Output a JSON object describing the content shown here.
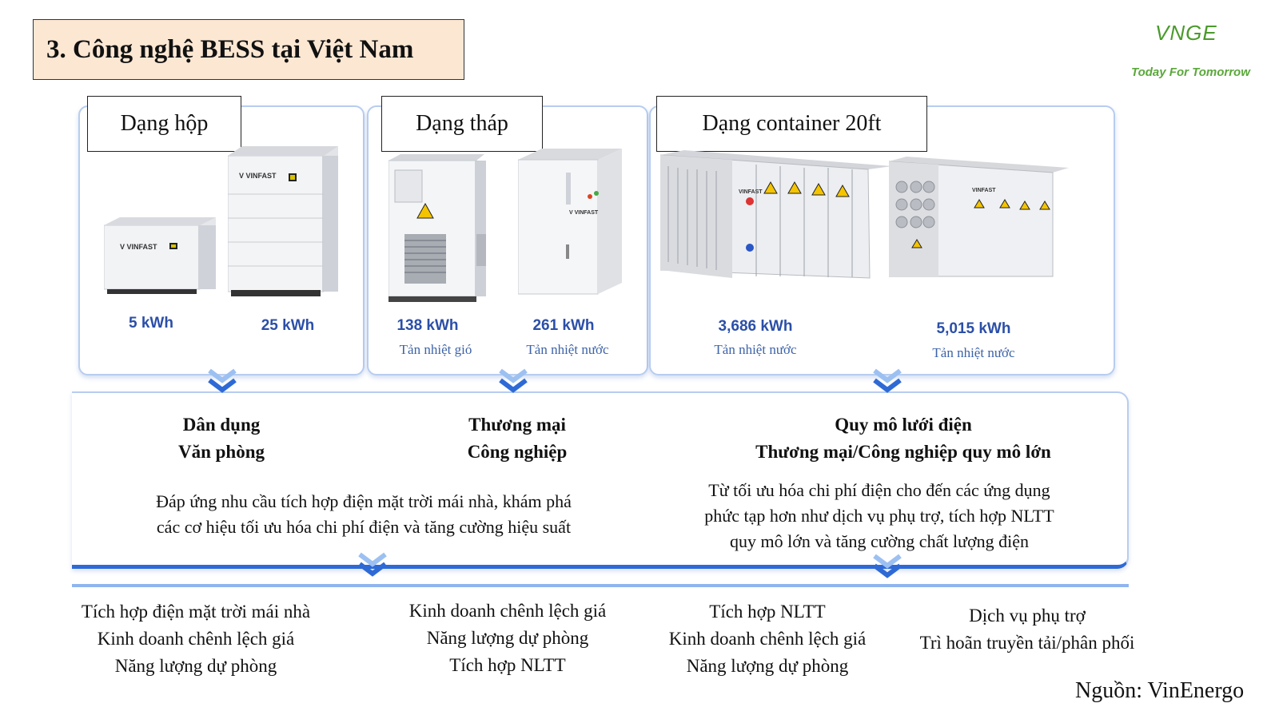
{
  "title": "3. Công nghệ BESS tại Việt Nam",
  "logo": {
    "mark": "VNGE",
    "tagline": "Today For Tomorrow"
  },
  "panels": [
    {
      "label": "Dạng hộp",
      "items": [
        {
          "capacity": "5 kWh",
          "cooling": ""
        },
        {
          "capacity": "25 kWh",
          "cooling": ""
        }
      ]
    },
    {
      "label": "Dạng tháp",
      "items": [
        {
          "capacity": "138 kWh",
          "cooling": "Tản nhiệt gió"
        },
        {
          "capacity": "261 kWh",
          "cooling": "Tản nhiệt nước"
        }
      ]
    },
    {
      "label": "Dạng container 20ft",
      "items": [
        {
          "capacity": "3,686 kWh",
          "cooling": "Tản nhiệt nước"
        },
        {
          "capacity": "5,015 kWh",
          "cooling": "Tản nhiệt nước"
        }
      ]
    }
  ],
  "segments": [
    {
      "line1": "Dân dụng",
      "line2": "Văn phòng"
    },
    {
      "line1": "Thương mại",
      "line2": "Công nghiệp"
    },
    {
      "line1": "Quy mô lưới điện",
      "line2": "Thương mại/Công nghiệp quy mô lớn"
    }
  ],
  "descriptions": {
    "left": [
      "Đáp ứng nhu cầu tích hợp điện mặt trời mái nhà, khám phá",
      "các cơ hiệu tối ưu hóa chi phí điện và tăng cường hiệu suất"
    ],
    "right": [
      "Từ tối ưu hóa chi phí điện cho đến các ứng dụng",
      "phức tạp hơn như dịch vụ phụ trợ, tích hợp NLTT",
      "quy mô lớn và tăng cường chất lượng điện"
    ]
  },
  "applications": [
    [
      "Tích hợp điện mặt trời mái nhà",
      "Kinh doanh chênh lệch giá",
      "Năng lượng dự phòng"
    ],
    [
      "Kinh doanh chênh lệch giá",
      "Năng lượng dự phòng",
      "Tích hợp NLTT"
    ],
    [
      "Tích hợp NLTT",
      "Kinh doanh chênh lệch giá",
      "Năng lượng dự phòng"
    ],
    [
      "Dịch vụ phụ trợ",
      "Trì hoãn truyền tải/phân phối"
    ]
  ],
  "source": "Nguồn: VinEnergo",
  "colors": {
    "title_bg": "#fce7d3",
    "capacity": "#2b4fa8",
    "accent": "#2e6ad6",
    "logo_green": "#4a9a2a"
  }
}
